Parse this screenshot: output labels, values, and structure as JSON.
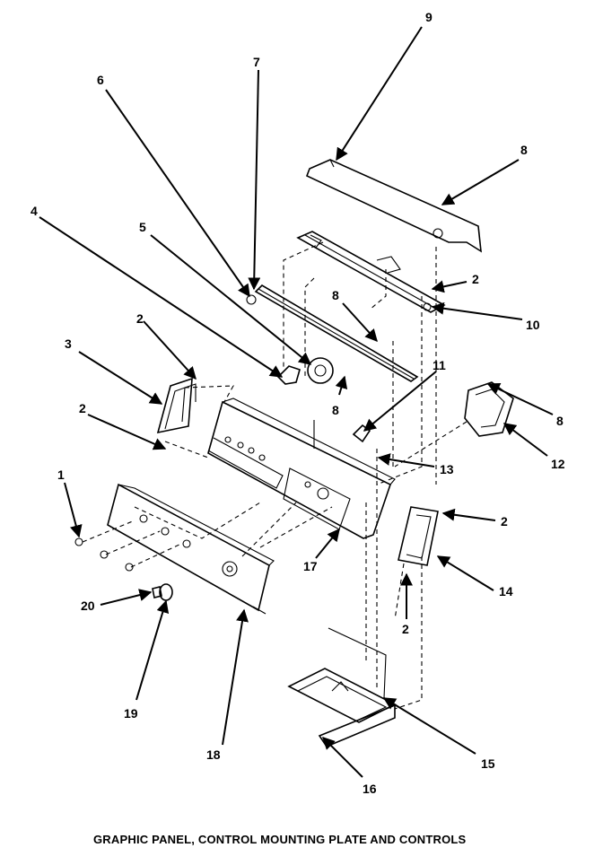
{
  "caption": "GRAPHIC PANEL, CONTROL MOUNTING PLATE AND CONTROLS",
  "callouts": [
    {
      "id": "c1",
      "text": "1"
    },
    {
      "id": "c2a",
      "text": "2"
    },
    {
      "id": "c2b",
      "text": "2"
    },
    {
      "id": "c2c",
      "text": "2"
    },
    {
      "id": "c2d",
      "text": "2"
    },
    {
      "id": "c2e",
      "text": "2"
    },
    {
      "id": "c3",
      "text": "3"
    },
    {
      "id": "c4",
      "text": "4"
    },
    {
      "id": "c5",
      "text": "5"
    },
    {
      "id": "c6",
      "text": "6"
    },
    {
      "id": "c7",
      "text": "7"
    },
    {
      "id": "c8a",
      "text": "8"
    },
    {
      "id": "c8b",
      "text": "8"
    },
    {
      "id": "c8c",
      "text": "8"
    },
    {
      "id": "c8d",
      "text": "8"
    },
    {
      "id": "c9",
      "text": "9"
    },
    {
      "id": "c10",
      "text": "10"
    },
    {
      "id": "c11",
      "text": "11"
    },
    {
      "id": "c12",
      "text": "12"
    },
    {
      "id": "c13",
      "text": "13"
    },
    {
      "id": "c14",
      "text": "14"
    },
    {
      "id": "c15",
      "text": "15"
    },
    {
      "id": "c16",
      "text": "16"
    },
    {
      "id": "c17",
      "text": "17"
    },
    {
      "id": "c18",
      "text": "18"
    },
    {
      "id": "c19",
      "text": "19"
    },
    {
      "id": "c20",
      "text": "20"
    }
  ]
}
